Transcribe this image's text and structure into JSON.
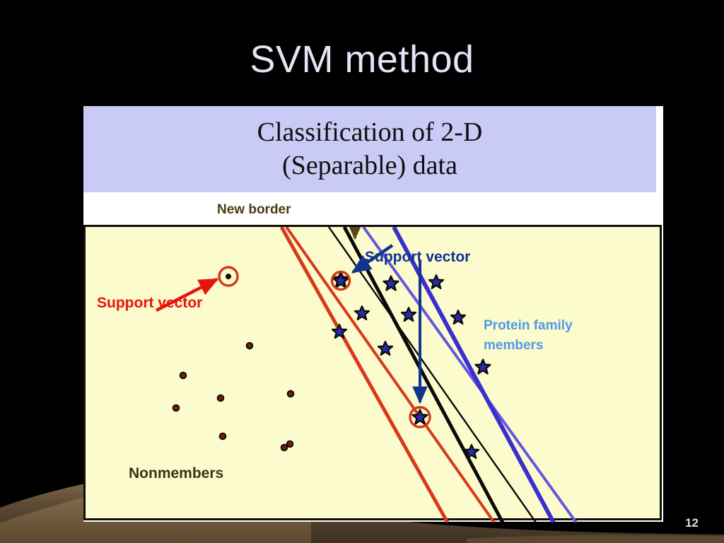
{
  "slide": {
    "title": "SVM method",
    "page_number": "12",
    "background_top_color": "#02184d",
    "background_bottom_color": "#13e6c8"
  },
  "figure": {
    "caption_line1": "Classification of 2-D",
    "caption_line2": "(Separable) data",
    "caption_band_color": "#c9caf5",
    "plot_background_color": "#fbfbcd",
    "plot_border_color": "#120f08"
  },
  "annotations": {
    "new_border": {
      "text": "New border",
      "color": "#4a3c12"
    },
    "support_vector_red": {
      "text": "Support vector",
      "color": "#e8140c"
    },
    "support_vector_blue": {
      "text": "Support vector",
      "color": "#12348f"
    },
    "protein_family": {
      "text": "Protein family\nmembers",
      "color": "#4f9ae8"
    },
    "nonmembers": {
      "text": "Nonmembers",
      "color": "#3a3318"
    }
  },
  "chart_data": {
    "type": "scatter",
    "title": "Classification of 2-D (Separable) data",
    "xlabel": "",
    "ylabel": "",
    "xlim": [
      0,
      818
    ],
    "ylim": [
      0,
      418
    ],
    "grid": false,
    "legend": [
      "Protein family members",
      "Nonmembers"
    ],
    "series": [
      {
        "name": "Protein family members",
        "marker": "star",
        "color": "#2b2ba8",
        "outline": "#0a0a0a",
        "points": [
          [
            361,
            74
          ],
          [
            430,
            80
          ],
          [
            496,
            78
          ],
          [
            391,
            122
          ],
          [
            455,
            124
          ],
          [
            520,
            126
          ],
          [
            424,
            172
          ],
          [
            545,
            178
          ],
          [
            562,
            104
          ],
          [
            473,
            269
          ],
          [
            473,
            318
          ],
          [
            359,
            148
          ]
        ]
      },
      {
        "name": "Nonmembers",
        "marker": "dot",
        "color": "#7a1c0e",
        "outline": "#120f08",
        "points": [
          [
            232,
            168
          ],
          [
            138,
            210
          ],
          [
            128,
            256
          ],
          [
            191,
            242
          ],
          [
            290,
            236
          ],
          [
            289,
            307
          ],
          [
            194,
            296
          ],
          [
            281,
            310
          ],
          [
            131,
            120
          ]
        ]
      }
    ],
    "decision_lines": [
      {
        "name": "red-margin-1",
        "color": "#d9391b",
        "width": 5,
        "x_top": 277,
        "x_bottom": 512
      },
      {
        "name": "red-margin-2",
        "color": "#d9391b",
        "width": 4,
        "x_top": 284,
        "x_bottom": 578
      },
      {
        "name": "black-thin",
        "color": "#0a0a0a",
        "width": 2.5,
        "x_top": 344,
        "x_bottom": 637
      },
      {
        "name": "black-thick",
        "color": "#0a0a0a",
        "width": 5,
        "x_top": 366,
        "x_bottom": 590
      },
      {
        "name": "blue-light",
        "color": "#5c4fd8",
        "width": 4,
        "x_top": 393,
        "x_bottom": 694
      },
      {
        "name": "blue-thick",
        "color": "#3a2fd1",
        "width": 6,
        "x_top": 436,
        "x_bottom": 662
      }
    ],
    "support_vector_circles": [
      {
        "cx": 202,
        "cy": 70,
        "r": 14,
        "color": "#cf3a16"
      },
      {
        "cx": 361,
        "cy": 76,
        "r": 13,
        "color": "#cf3a16"
      },
      {
        "cx": 473,
        "cy": 269,
        "r": 14,
        "color": "#cf3a16"
      }
    ],
    "callout_arrows": [
      {
        "name": "new-border-arrow",
        "color": "#5a4718",
        "from": [
          381,
          -30
        ],
        "to": [
          381,
          22
        ]
      },
      {
        "name": "red-support-arrow",
        "color": "#e8140c",
        "from": [
          106,
          116
        ],
        "to": [
          190,
          76
        ]
      },
      {
        "name": "blue-support-arrow-1",
        "color": "#12348f",
        "from": [
          437,
          28
        ],
        "to": [
          376,
          66
        ]
      },
      {
        "name": "blue-support-arrow-2",
        "color": "#12348f",
        "from": [
          473,
          50
        ],
        "to": [
          473,
          250
        ]
      }
    ]
  }
}
